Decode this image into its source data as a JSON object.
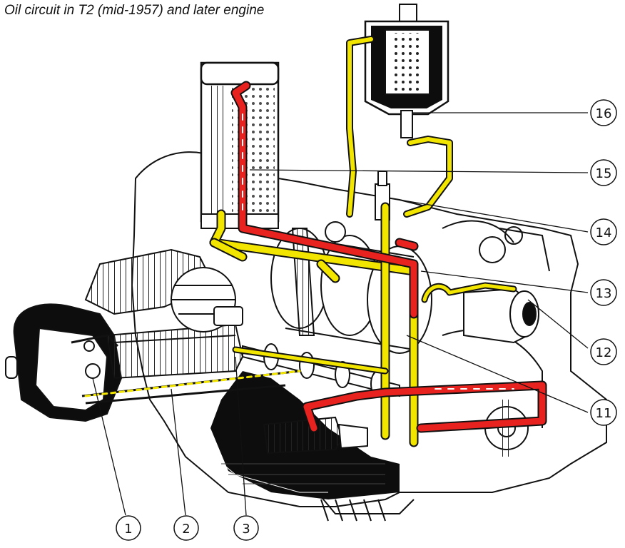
{
  "title": "Oil circuit in T2 (mid-1957) and later engine",
  "colors": {
    "pressure_oil": "#e8231f",
    "return_oil": "#f2e600",
    "outline": "#111111",
    "oil_sump": "#0d0d0d"
  },
  "callouts": {
    "c1": "1",
    "c2": "2",
    "c3": "3",
    "c11": "11",
    "c12": "12",
    "c13": "13",
    "c14": "14",
    "c15": "15",
    "c16": "16"
  }
}
